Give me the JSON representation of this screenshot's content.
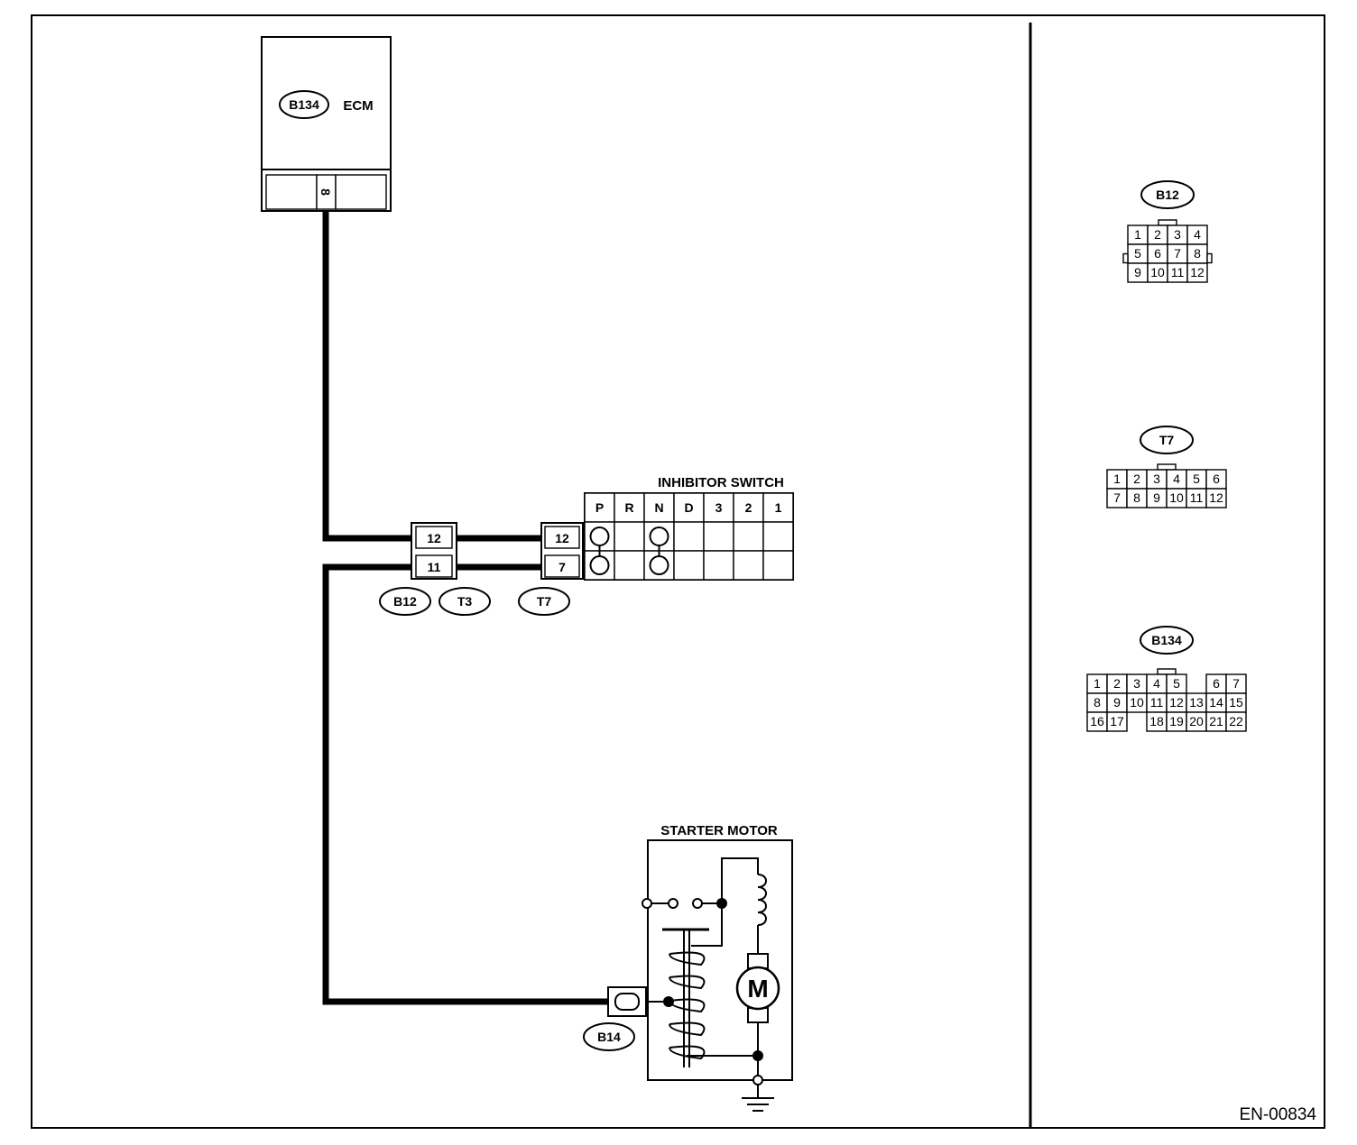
{
  "diagram_code": "EN-00834",
  "ecm": {
    "label": "ECM",
    "connector": "B134",
    "terminal": "8"
  },
  "inhibitor_switch": {
    "label": "INHIBITOR SWITCH",
    "positions": [
      "P",
      "R",
      "N",
      "D",
      "3",
      "2",
      "1"
    ],
    "terminals": [
      "12",
      "7"
    ],
    "connector": "T7"
  },
  "harness_connector": {
    "terminals": [
      "12",
      "11"
    ],
    "connectors": [
      "B12",
      "T3"
    ]
  },
  "starter_motor": {
    "label": "STARTER MOTOR",
    "connector": "B14",
    "motor_symbol": "M"
  },
  "connector_views": [
    {
      "name": "B12",
      "rows": [
        [
          "1",
          "2",
          "3",
          "4"
        ],
        [
          "5",
          "6",
          "7",
          "8"
        ],
        [
          "9",
          "10",
          "11",
          "12"
        ]
      ]
    },
    {
      "name": "T7",
      "rows": [
        [
          "1",
          "2",
          "3",
          "4",
          "5",
          "6"
        ],
        [
          "7",
          "8",
          "9",
          "10",
          "11",
          "12"
        ]
      ]
    },
    {
      "name": "B134",
      "rows": [
        [
          "1",
          "2",
          "3",
          "4",
          "5",
          "",
          "6",
          "7"
        ],
        [
          "8",
          "9",
          "10",
          "11",
          "12",
          "13",
          "14",
          "15"
        ],
        [
          "16",
          "17",
          "",
          "18",
          "19",
          "20",
          "21",
          "22"
        ]
      ]
    }
  ]
}
